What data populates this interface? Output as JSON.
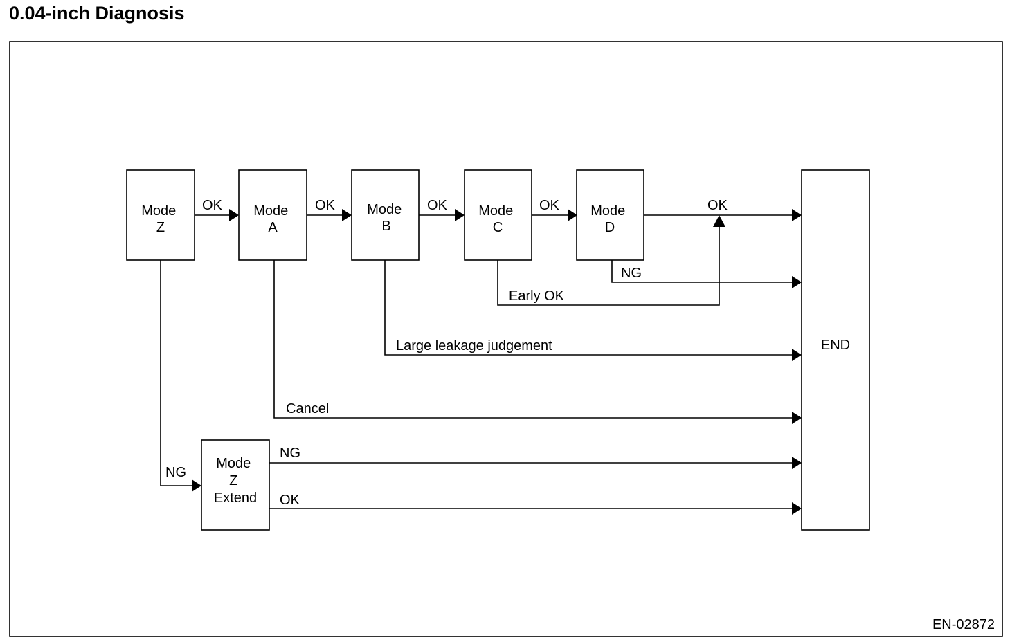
{
  "title": "0.04-inch Diagnosis",
  "figure_code": "EN-02872",
  "nodes": {
    "mode_z": [
      "Mode",
      "Z"
    ],
    "mode_a": [
      "Mode",
      "A"
    ],
    "mode_b": [
      "Mode",
      "B"
    ],
    "mode_c": [
      "Mode",
      "C"
    ],
    "mode_d": [
      "Mode",
      "D"
    ],
    "mode_z_extend": [
      "Mode",
      "Z",
      "Extend"
    ],
    "end": "END"
  },
  "edges": {
    "z_to_a": "OK",
    "a_to_b": "OK",
    "b_to_c": "OK",
    "c_to_d": "OK",
    "d_to_end": "OK",
    "d_ng": "NG",
    "c_early_ok": "Early OK",
    "b_large_leak": "Large leakage judgement",
    "a_cancel": "Cancel",
    "z_ng": "NG",
    "zext_ng": "NG",
    "zext_ok": "OK"
  }
}
